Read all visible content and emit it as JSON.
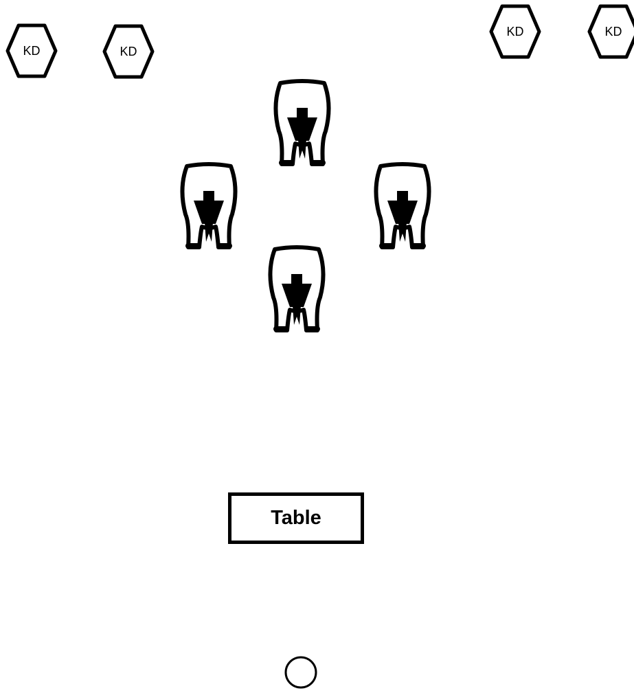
{
  "markers": [
    {
      "label": "KD"
    },
    {
      "label": "KD"
    },
    {
      "label": "KD"
    },
    {
      "label": "KD"
    }
  ],
  "cows_count": 4,
  "table": {
    "label": "Table"
  },
  "circle_marker": {
    "label": ""
  }
}
